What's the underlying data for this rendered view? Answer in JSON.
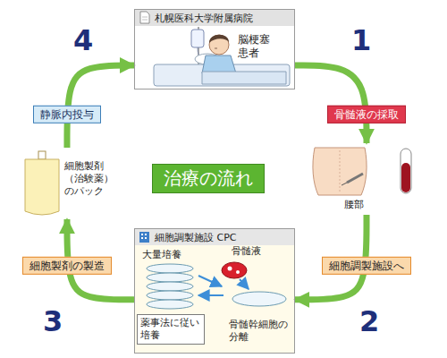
{
  "diagram": {
    "nodes": [
      {
        "text": [
          "札幌医科大学附属病院",
          "脳梗塞 患者"
        ]
      },
      {
        "text": [
          "腰部"
        ]
      },
      {
        "text": [
          "細胞調製施設 CPC",
          "大量培養",
          "骨髄液",
          "骨髄幹細胞の分離"
        ]
      },
      {
        "text": [
          "薬事法に従い培養"
        ],
        "in": 2
      },
      {
        "text": [
          "細胞製剤（治験薬）のパック"
        ]
      },
      {
        "text": [
          "治療の流れ"
        ]
      }
    ],
    "edges": [
      {
        "from": 0,
        "to": 1,
        "arrow": "to",
        "label": "骨髄液の採取"
      },
      {
        "from": 1,
        "to": 2,
        "arrow": "to",
        "label": "細胞調製施設へ"
      },
      {
        "from": 2,
        "to": 4,
        "arrow": "to",
        "label": "細胞製剤の製造"
      },
      {
        "from": 4,
        "to": 0,
        "arrow": "to",
        "label": "静脈内投与"
      }
    ],
    "labels": [
      "1",
      "2",
      "3",
      "4"
    ]
  }
}
